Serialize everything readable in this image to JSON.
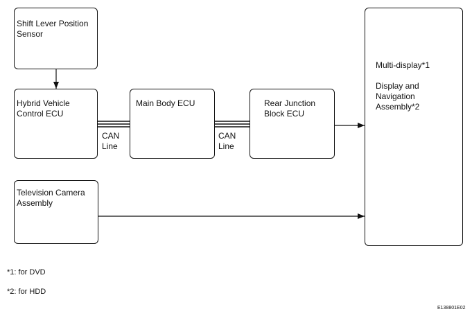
{
  "boxes": {
    "shift_sensor": "Shift Lever Position\nSensor",
    "hybrid_ecu": "Hybrid Vehicle\nControl ECU",
    "main_body_ecu": "Main Body ECU",
    "rear_junction": "Rear Junction\nBlock ECU",
    "tv_camera": "Television Camera\nAssembly",
    "multi_display": "Multi-display*1\n\nDisplay and\nNavigation\nAssembly*2"
  },
  "can_labels": {
    "left": "CAN\nLine",
    "right": "CAN\nLine"
  },
  "notes": {
    "note1": "*1: for DVD",
    "note2": "*2: for HDD"
  },
  "figure_code": "E138801E02"
}
